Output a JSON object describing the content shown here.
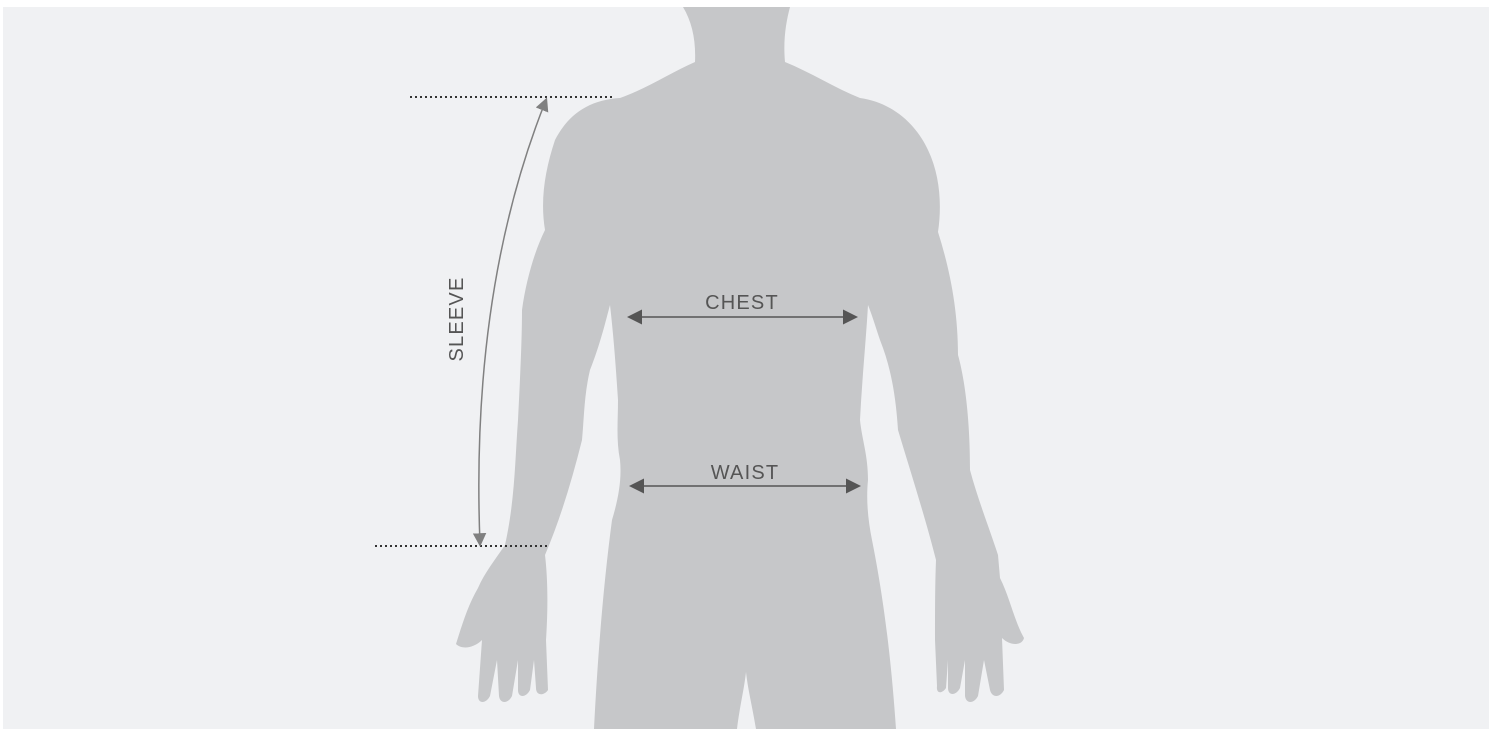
{
  "labels": {
    "chest": "CHEST",
    "waist": "WAIST",
    "sleeve": "SLEEVE"
  },
  "colors": {
    "background": "#F0F1F3",
    "silhouette": "#C6C7C9",
    "guide": "#555555",
    "sleeve_guide": "#808080"
  }
}
